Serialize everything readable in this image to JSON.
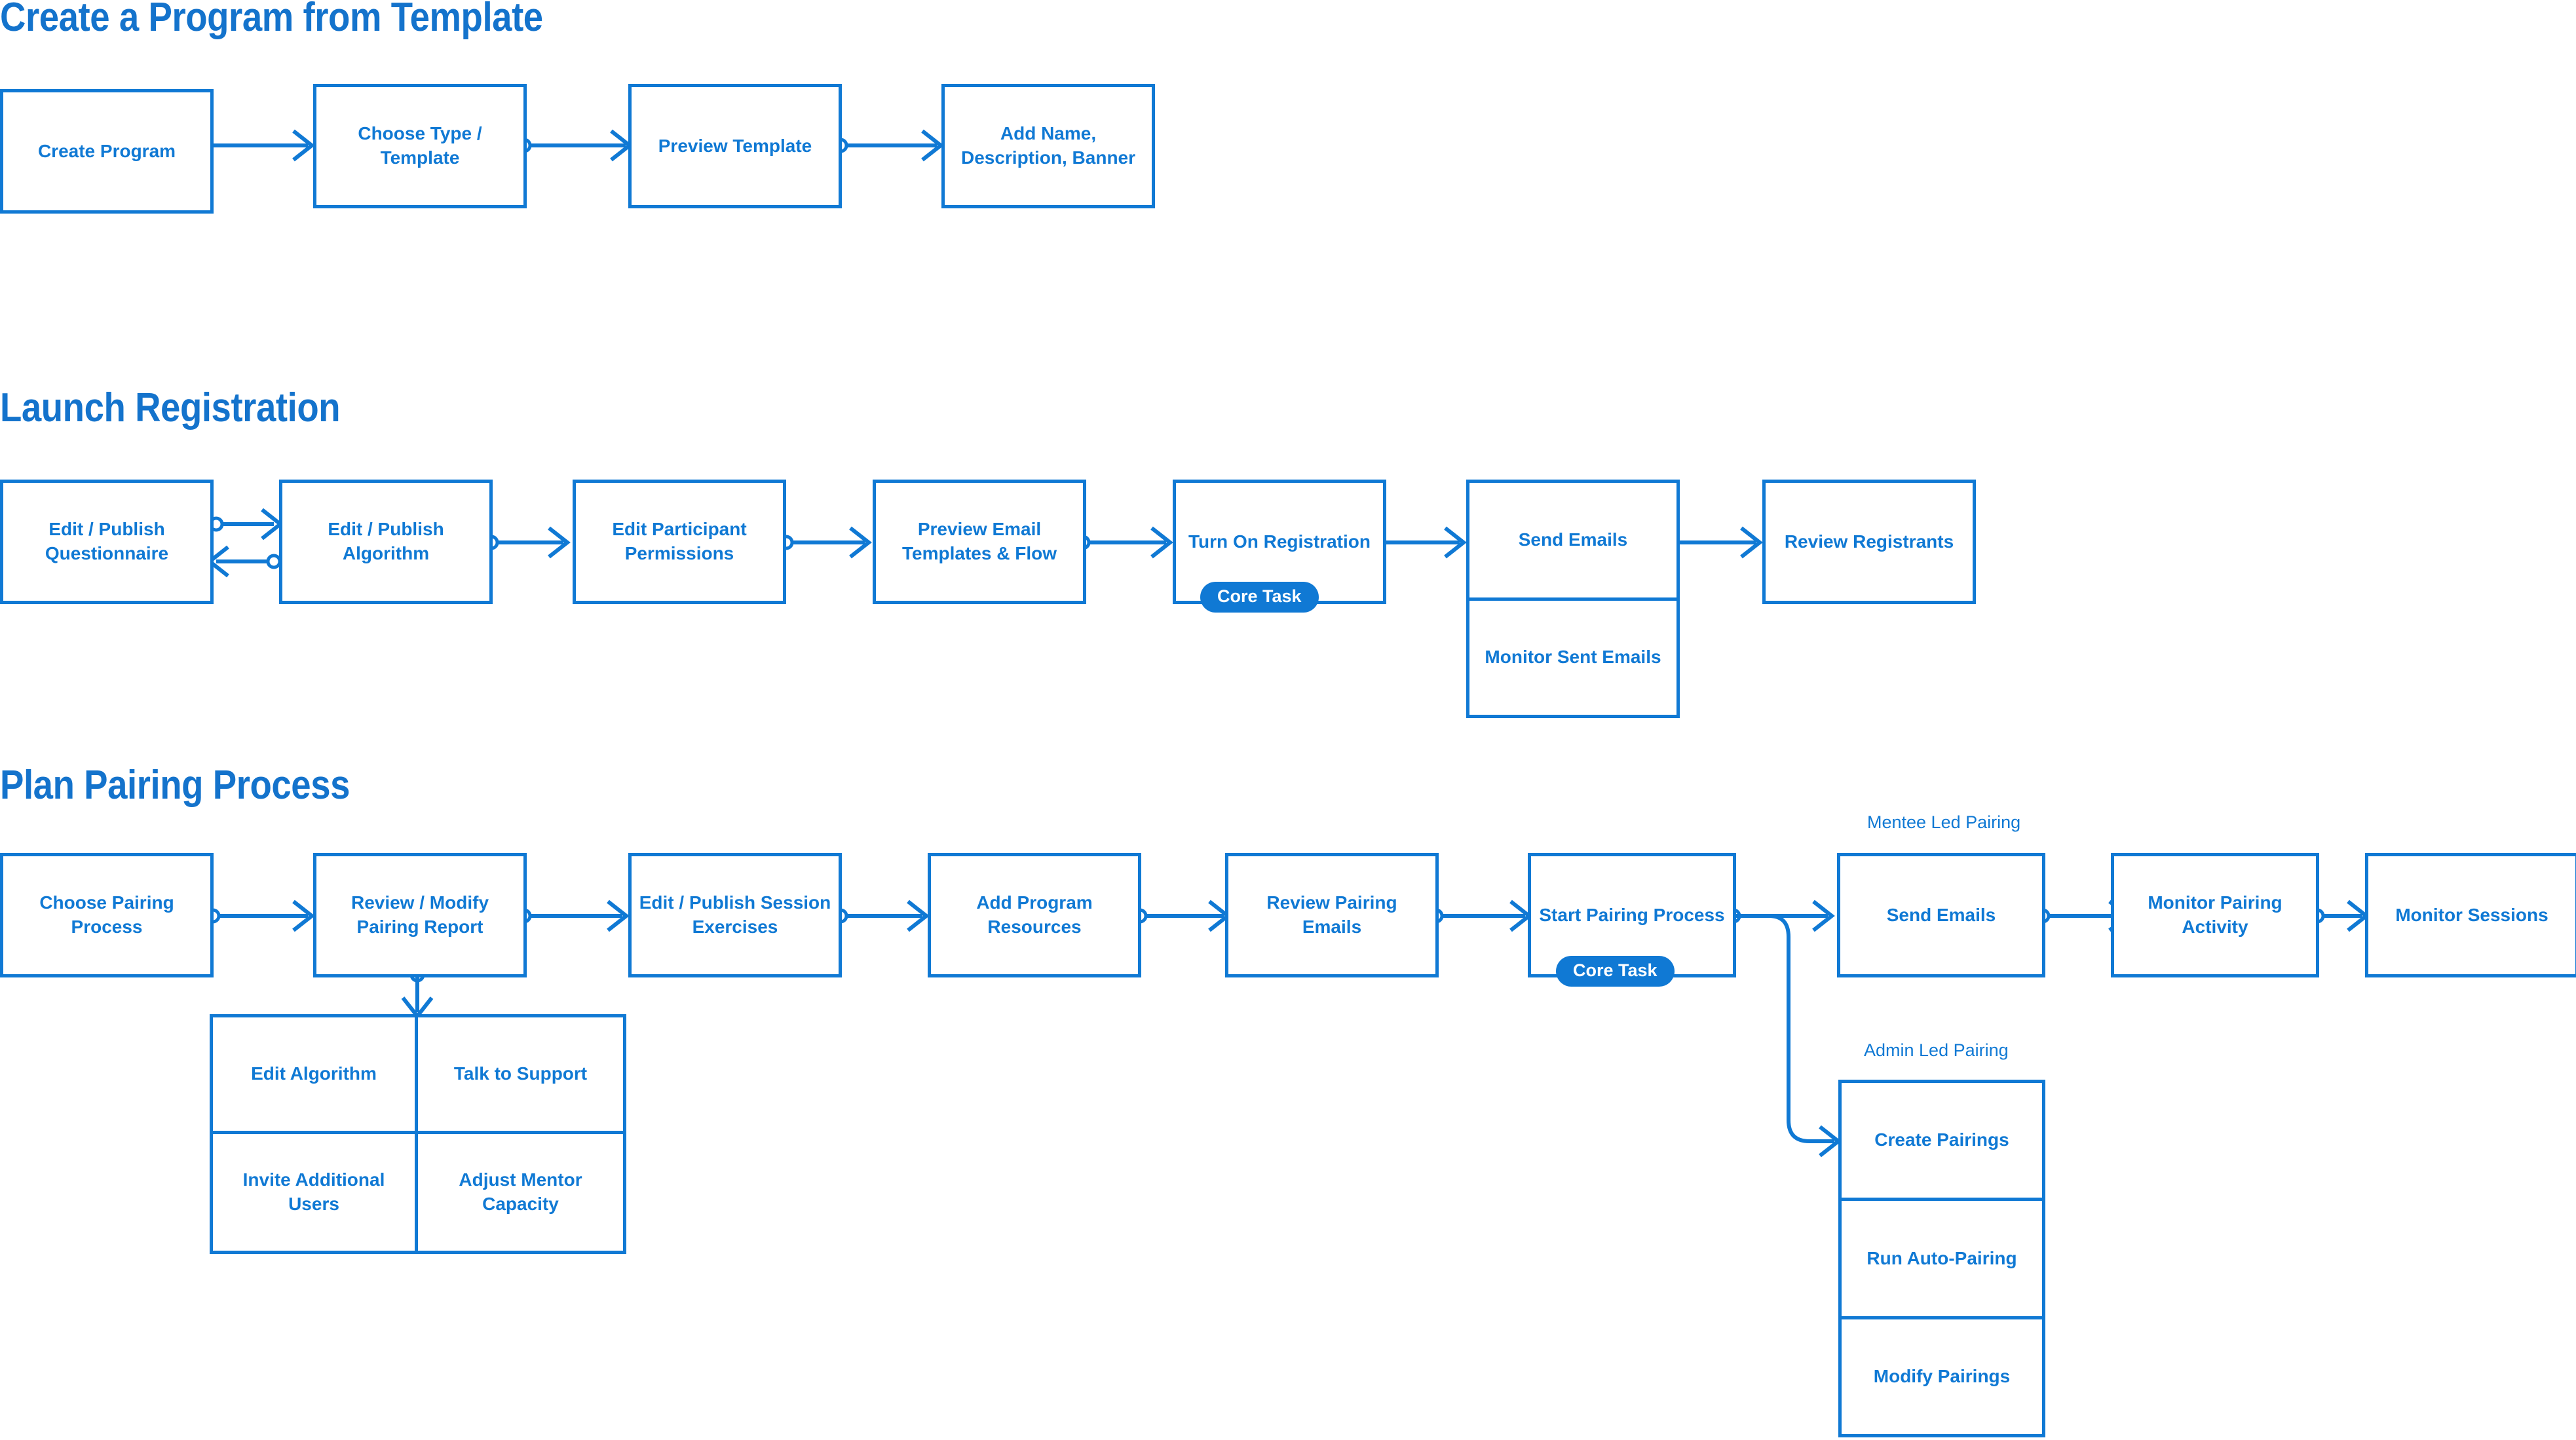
{
  "diagram": {
    "title_color": "#1079D4",
    "badge_label": "Core Task",
    "sections": [
      {
        "id": "create-program",
        "title": "Create a Program from Template",
        "nodes": [
          {
            "label": "Create Program"
          },
          {
            "label": "Choose Type / Template"
          },
          {
            "label": "Preview Template"
          },
          {
            "label": "Add Name, Description, Banner"
          }
        ]
      },
      {
        "id": "launch-registration",
        "title": "Launch Registration",
        "nodes": [
          {
            "label": "Edit / Publish Questionnaire"
          },
          {
            "label": "Edit / Publish Algorithm"
          },
          {
            "label": "Edit Participant Permissions"
          },
          {
            "label": "Preview Email Templates & Flow"
          },
          {
            "label": "Turn On Registration",
            "badge": "Core Task"
          },
          {
            "label": "Send Emails"
          },
          {
            "label": "Monitor Sent Emails"
          },
          {
            "label": "Review Registrants"
          }
        ]
      },
      {
        "id": "plan-pairing-process",
        "title": "Plan Pairing Process",
        "nodes": [
          {
            "label": "Choose Pairing Process"
          },
          {
            "label": "Review / Modify Pairing Report"
          },
          {
            "label": "Edit / Publish Session Exercises"
          },
          {
            "label": "Add Program Resources"
          },
          {
            "label": "Review Pairing Emails"
          },
          {
            "label": "Start Pairing Process",
            "badge": "Core Task"
          },
          {
            "label": "Send Emails"
          },
          {
            "label": "Monitor Pairing Activity"
          },
          {
            "label": "Monitor Sessions"
          },
          {
            "label": "Edit Algorithm"
          },
          {
            "label": "Talk to Support"
          },
          {
            "label": "Invite Additional Users"
          },
          {
            "label": "Adjust Mentor Capacity"
          },
          {
            "label": "Create Pairings"
          },
          {
            "label": "Run Auto-Pairing"
          },
          {
            "label": "Modify Pairings"
          }
        ],
        "branch_labels": [
          {
            "label": "Mentee Led Pairing"
          },
          {
            "label": "Admin Led Pairing"
          }
        ]
      }
    ]
  }
}
